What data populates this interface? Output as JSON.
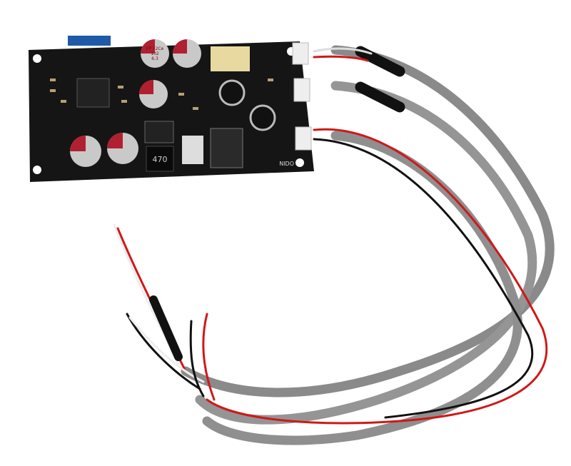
{
  "colors": {
    "background": "#ffffff",
    "board": "#151515",
    "cable_gray": "#8c8c8c",
    "wire_red": "#d01818",
    "wire_black": "#111111",
    "capacitor": "#c9c9c9",
    "capacitor_band": "#b02030",
    "connector": "#eeeeee"
  },
  "board_lettering": [
    "FP 72Ce 102 6.3",
    "470",
    "NIDO"
  ]
}
